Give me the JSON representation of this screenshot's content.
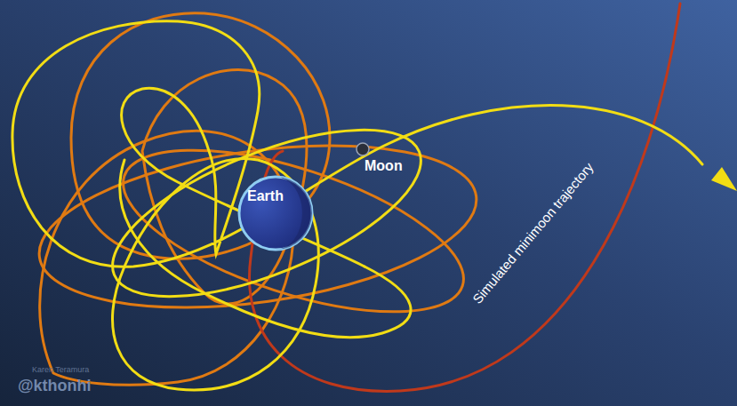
{
  "diagram": {
    "nodes": [
      {
        "text": [
          "Earth"
        ]
      },
      {
        "text": [
          "Moon"
        ]
      }
    ],
    "labels": [
      "Simulated minimoon trajectory",
      "Karen Teramura",
      "@kthonhi"
    ]
  }
}
